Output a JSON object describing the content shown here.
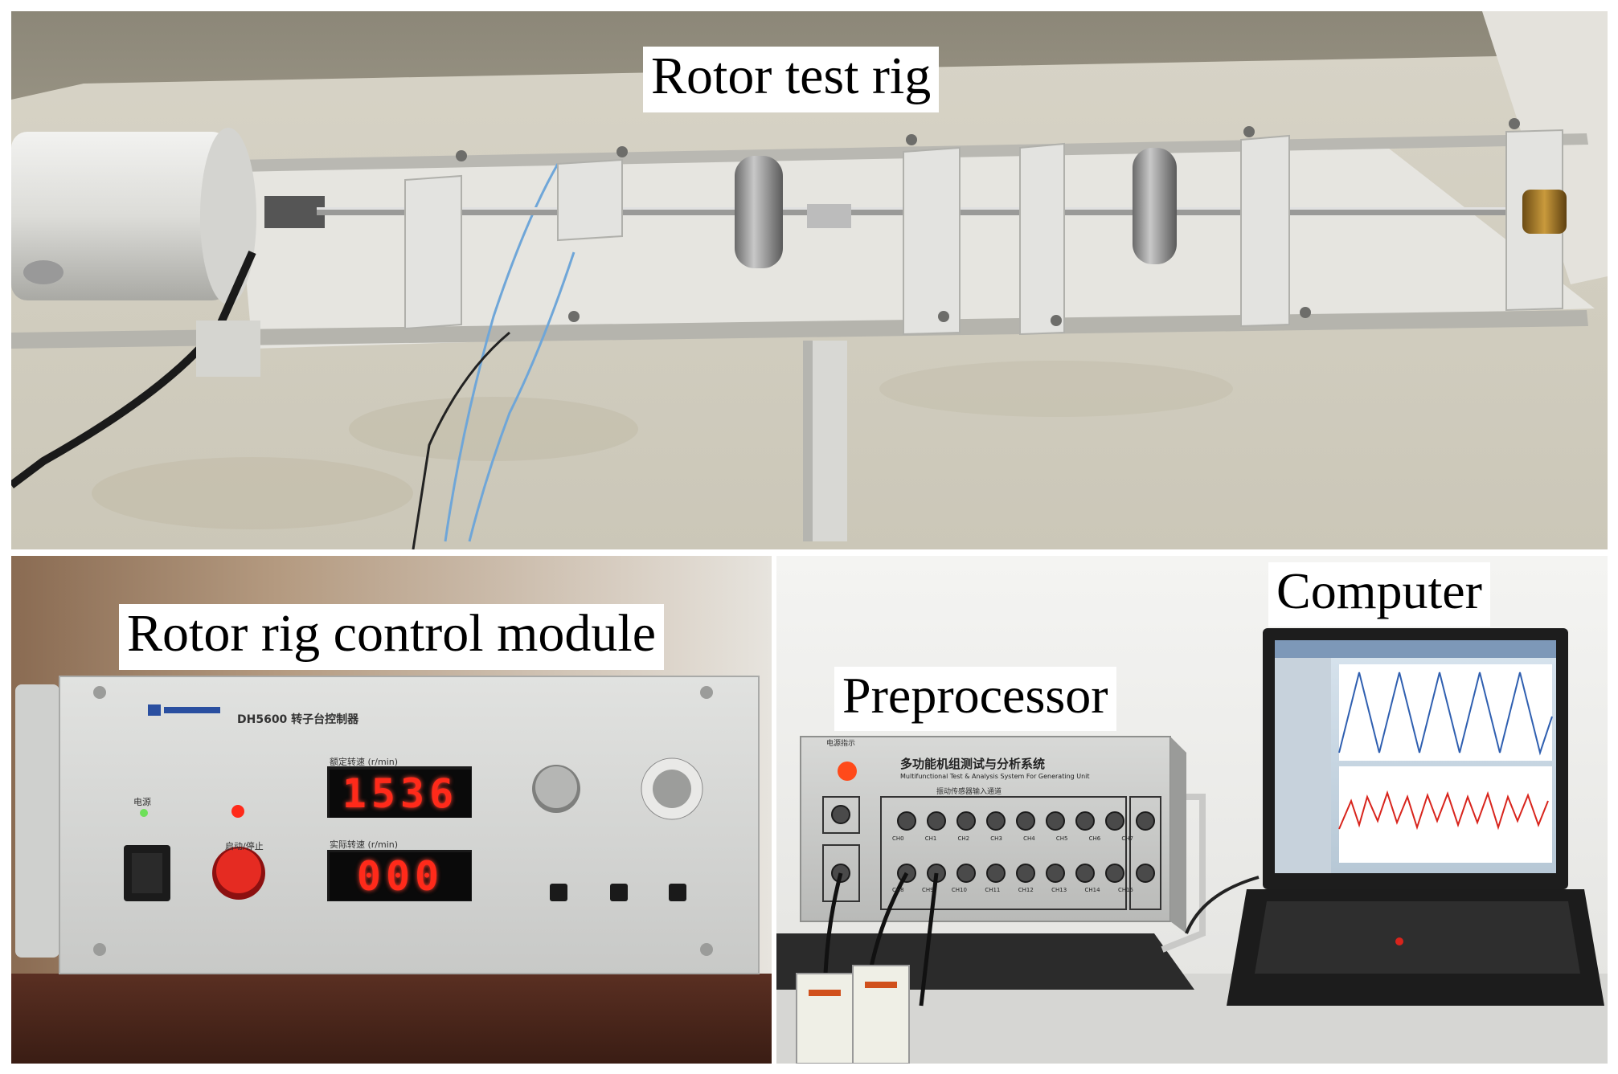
{
  "captions": {
    "rotor_test_rig": "Rotor test rig",
    "rotor_rig_control_module": "Rotor rig control module",
    "preprocessor": "Preprocessor",
    "computer": "Computer"
  },
  "control_module": {
    "model_label": "DH5600 转子台控制器",
    "display_top_label": "额定转速 (r/min)",
    "display_top_value": "1536",
    "display_bottom_label": "实际转速 (r/min)",
    "display_bottom_value": "000",
    "power_label": "电源",
    "start_stop_label": "启动/停止"
  },
  "preprocessor_device": {
    "title_cn": "多功能机组测试与分析系统",
    "title_en": "Multifunctional Test & Analysis System For Generating Unit",
    "power_label": "电源指示",
    "channel_group_label": "振动传感器输入通道",
    "channels_top": [
      "CH0",
      "CH1",
      "CH2",
      "CH3",
      "CH4",
      "CH5",
      "CH6",
      "CH7"
    ],
    "channels_bottom": [
      "CH8",
      "CH9",
      "CH10",
      "CH11",
      "CH12",
      "CH13",
      "CH14",
      "CH15"
    ]
  },
  "colors": {
    "table_surface": "#d9d6cc",
    "rail": "#b9b8b2",
    "lcd_digit": "#ff2a1a",
    "panel_face": "#d7d8d6",
    "laptop_body": "#1c1c1c"
  }
}
